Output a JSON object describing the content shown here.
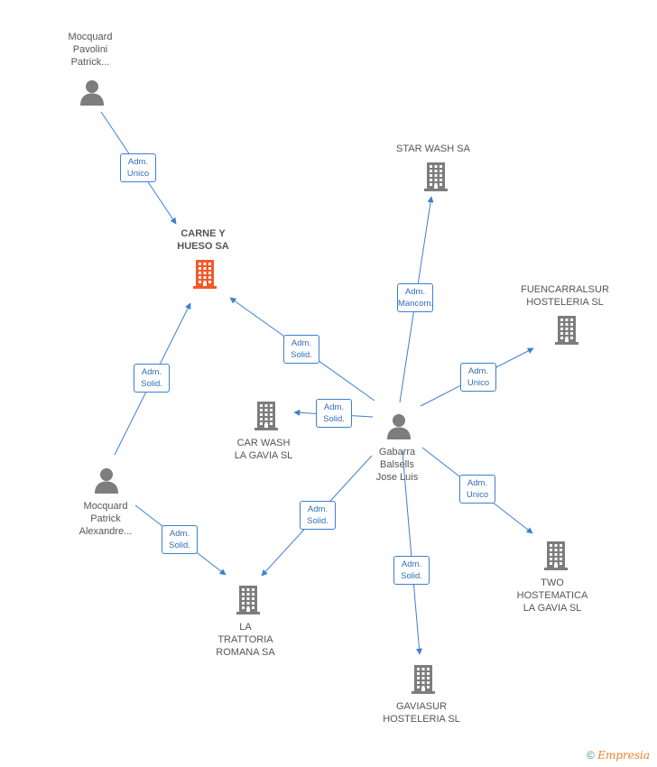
{
  "colors": {
    "edge": "#3d7fd0",
    "badge_text": "#2f6fba",
    "icon_gray": "#7d7d7d",
    "focus_company": "#f05a28",
    "label": "#555555"
  },
  "nodes": [
    {
      "id": "mocquard_pavolini",
      "kind": "person",
      "label": "Mocquard\nPavolini\nPatrick..."
    },
    {
      "id": "carne_y_hueso",
      "kind": "company",
      "focus": true,
      "label": "CARNE Y\nHUESO SA"
    },
    {
      "id": "star_wash",
      "kind": "company",
      "label": "STAR WASH SA"
    },
    {
      "id": "fuencarralsur",
      "kind": "company",
      "label": "FUENCARRALSUR\nHOSTELERIA SL"
    },
    {
      "id": "car_wash",
      "kind": "company",
      "label": "CAR WASH\nLA GAVIA SL"
    },
    {
      "id": "gabarra",
      "kind": "person",
      "label": "Gabarra\nBalsells\nJose Luis"
    },
    {
      "id": "mocquard_alexandre",
      "kind": "person",
      "label": "Mocquard\nPatrick\nAlexandre..."
    },
    {
      "id": "two_hostematica",
      "kind": "company",
      "label": "TWO\nHOSTEMATICA\nLA GAVIA  SL"
    },
    {
      "id": "la_trattoria",
      "kind": "company",
      "label": "LA\nTRATTORIA\nROMANA SA"
    },
    {
      "id": "gaviasur",
      "kind": "company",
      "label": "GAVIASUR\nHOSTELERIA SL"
    }
  ],
  "edges": [
    {
      "from": "mocquard_pavolini",
      "to": "carne_y_hueso",
      "label": "Adm.\nUnico"
    },
    {
      "from": "mocquard_alexandre",
      "to": "carne_y_hueso",
      "label": "Adm.\nSolid."
    },
    {
      "from": "gabarra",
      "to": "carne_y_hueso",
      "label": "Adm.\nSolid."
    },
    {
      "from": "gabarra",
      "to": "star_wash",
      "label": "Adm.\nMancom."
    },
    {
      "from": "gabarra",
      "to": "fuencarralsur",
      "label": "Adm.\nUnico"
    },
    {
      "from": "gabarra",
      "to": "car_wash",
      "label": "Adm.\nSolid."
    },
    {
      "from": "gabarra",
      "to": "two_hostematica",
      "label": "Adm.\nUnico"
    },
    {
      "from": "gabarra",
      "to": "la_trattoria",
      "label": "Adm.\nSolid."
    },
    {
      "from": "gabarra",
      "to": "gaviasur",
      "label": "Adm.\nSolid."
    },
    {
      "from": "mocquard_alexandre",
      "to": "la_trattoria",
      "label": "Adm.\nSolid."
    }
  ],
  "footer": {
    "copyright_symbol": "©",
    "brand": "Empresia"
  }
}
